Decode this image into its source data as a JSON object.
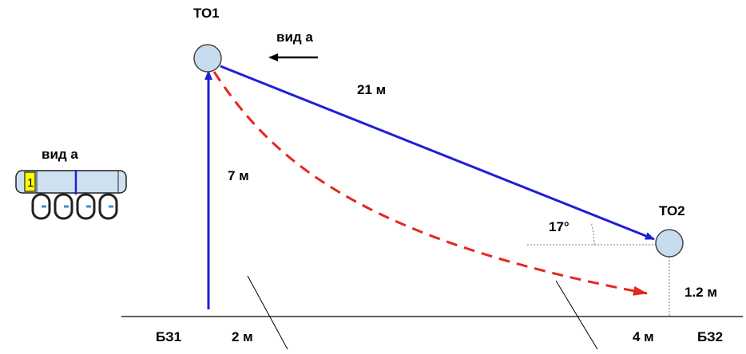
{
  "colors": {
    "blue": "#1f1fd6",
    "red": "#e8261f",
    "node_fill": "#c7dcee",
    "node_stroke": "#444444",
    "tube_fill": "#cfe1f1",
    "tag_fill": "#ffff00",
    "ground": "#000000",
    "dotted": "#777777"
  },
  "icons": {
    "view_arrow": "left-arrow-icon",
    "device": "pulley-block-icon",
    "carabiner": "carabiner-icon"
  },
  "labels": {
    "node_top": "ТО1",
    "node_right": "ТО2",
    "view_main": "вид а",
    "view_side": "вид а",
    "span_diagonal": "21 м",
    "span_vertical": "7 м",
    "angle": "17°",
    "height_right": "1.2 м",
    "base_left": "БЗ1",
    "base_right": "БЗ2",
    "dist_left": "2 м",
    "dist_right": "4 м",
    "device_tag": "1"
  }
}
